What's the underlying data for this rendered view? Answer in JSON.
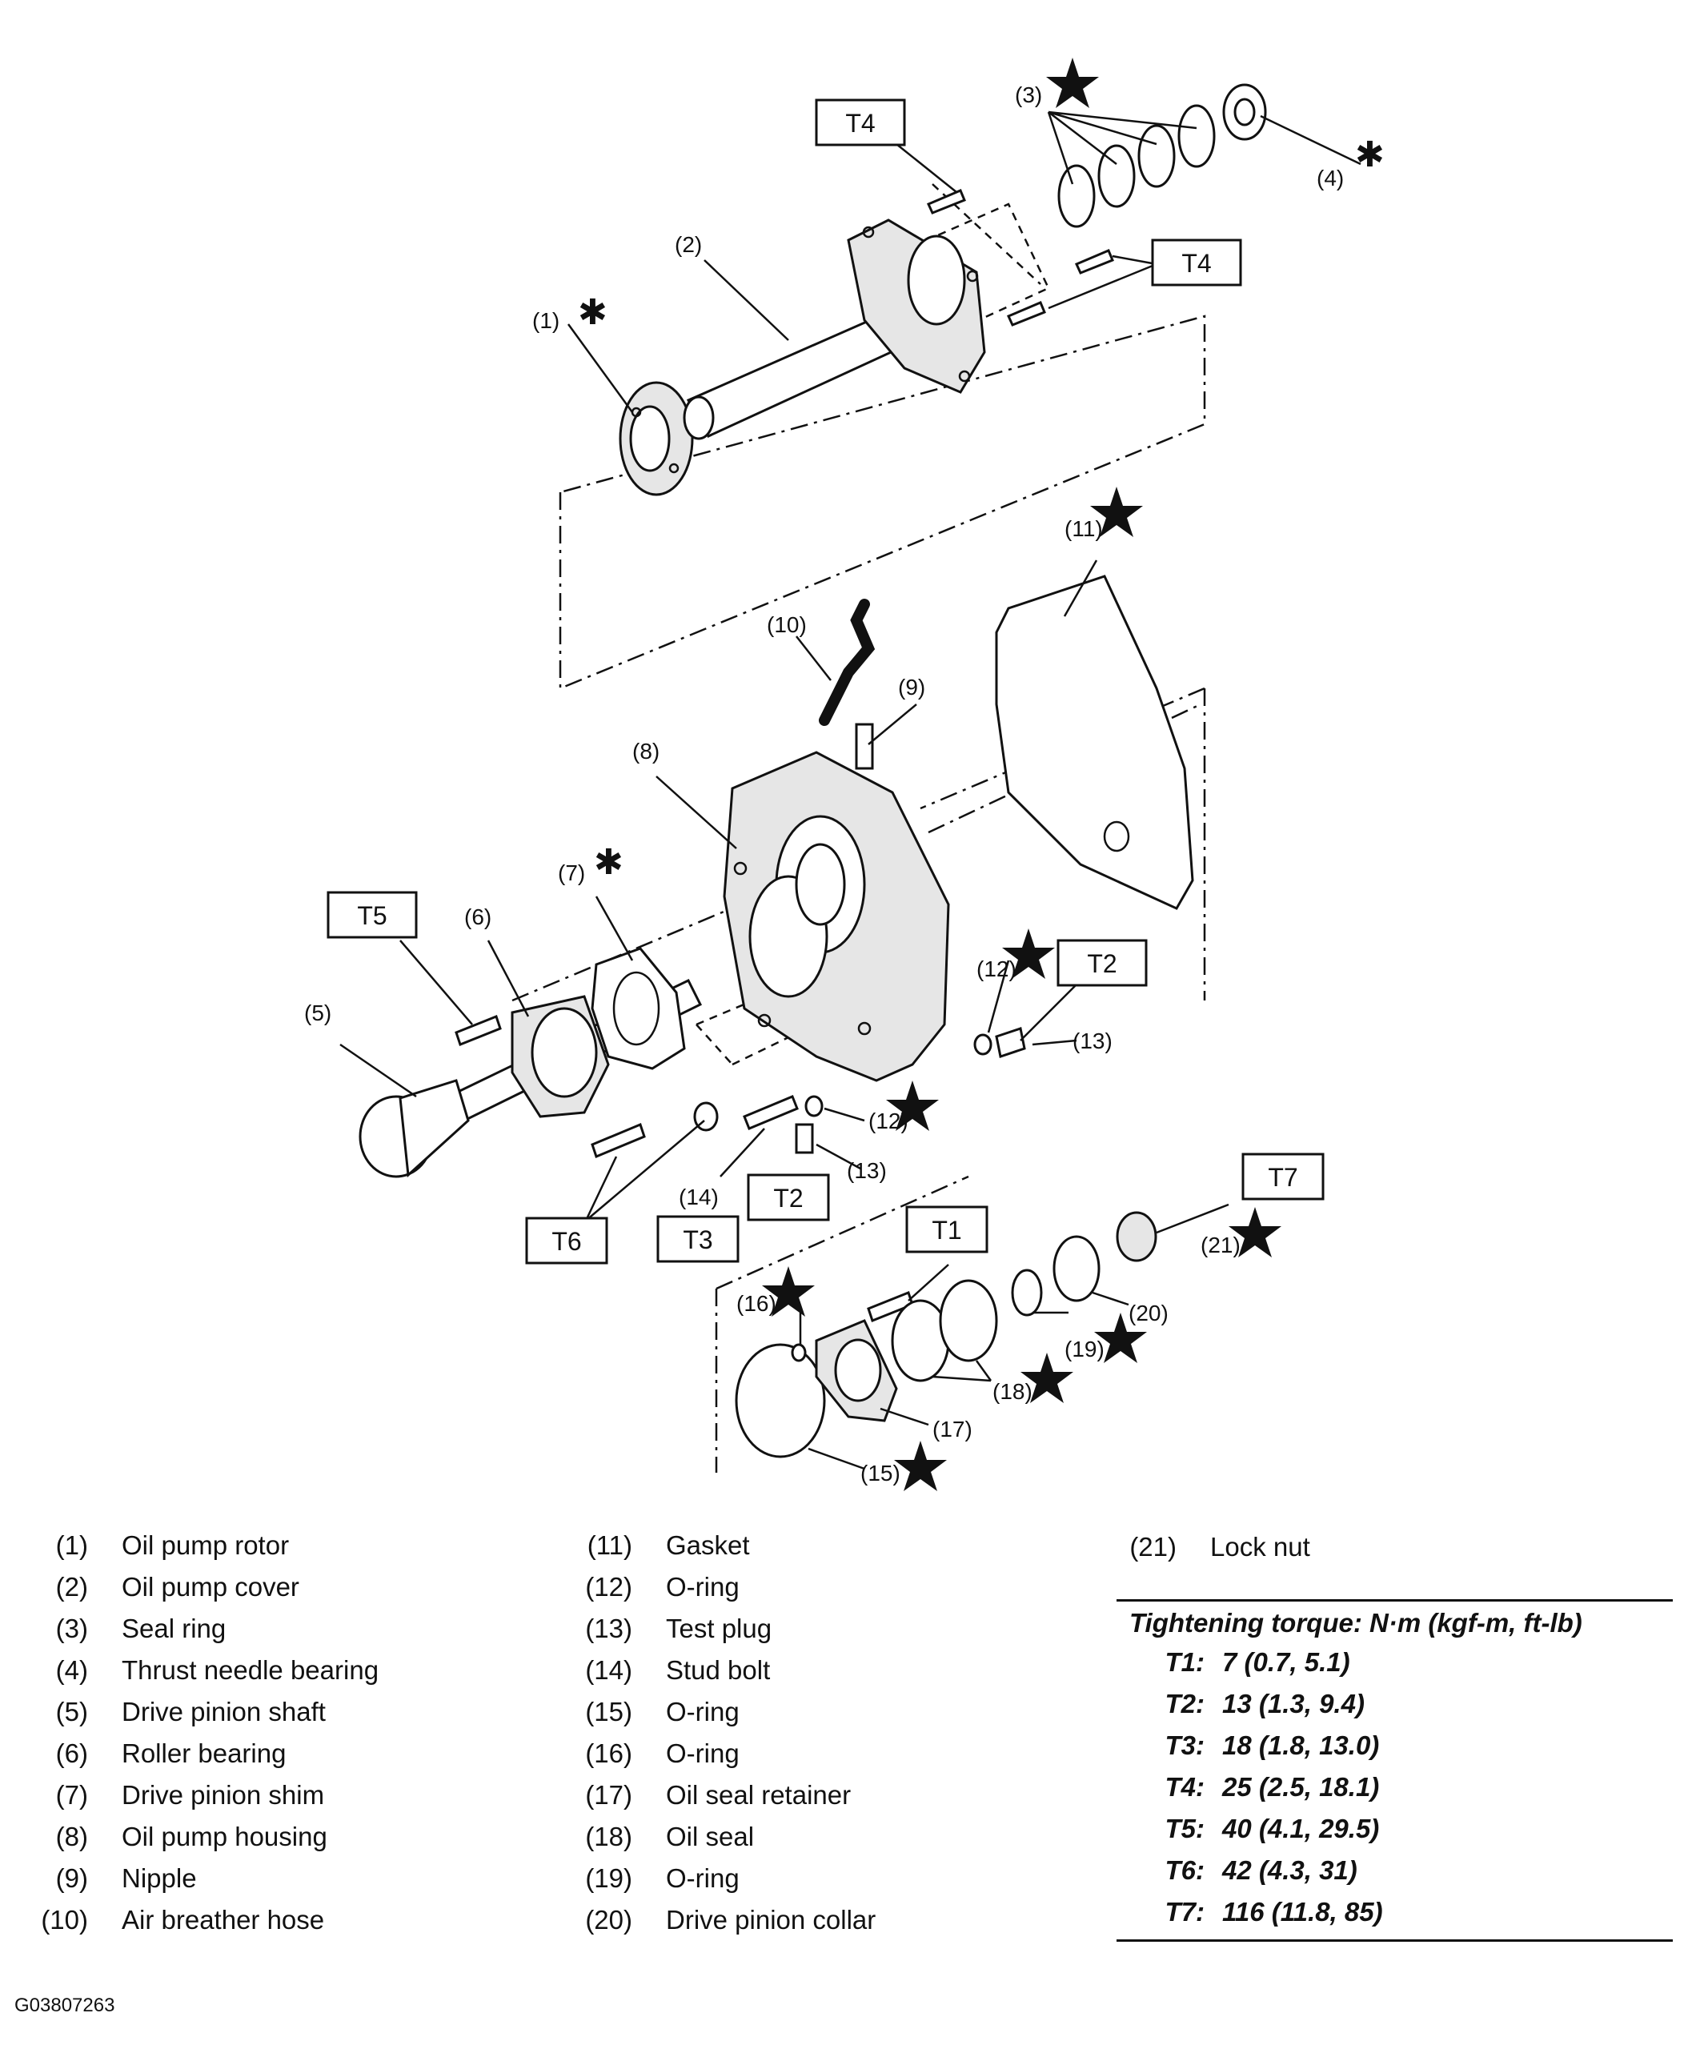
{
  "callouts": {
    "c1": "(1)",
    "c2": "(2)",
    "c3": "(3)",
    "c4": "(4)",
    "c5": "(5)",
    "c6": "(6)",
    "c7": "(7)",
    "c8": "(8)",
    "c9": "(9)",
    "c10": "(10)",
    "c11": "(11)",
    "c12a": "(12)",
    "c12b": "(12)",
    "c13a": "(13)",
    "c13b": "(13)",
    "c14": "(14)",
    "c15": "(15)",
    "c16": "(16)",
    "c17": "(17)",
    "c18": "(18)",
    "c19": "(19)",
    "c20": "(20)",
    "c21": "(21)"
  },
  "torque_tags": {
    "t4a": "T4",
    "t4b": "T4",
    "t5": "T5",
    "t2a": "T2",
    "t2b": "T2",
    "t6": "T6",
    "t3": "T3",
    "t1": "T1",
    "t7": "T7"
  },
  "legend": [
    {
      "num": "(1)",
      "name": "Oil pump rotor"
    },
    {
      "num": "(2)",
      "name": "Oil pump cover"
    },
    {
      "num": "(3)",
      "name": "Seal ring"
    },
    {
      "num": "(4)",
      "name": "Thrust needle bearing"
    },
    {
      "num": "(5)",
      "name": "Drive pinion shaft"
    },
    {
      "num": "(6)",
      "name": "Roller bearing"
    },
    {
      "num": "(7)",
      "name": "Drive pinion shim"
    },
    {
      "num": "(8)",
      "name": "Oil pump housing"
    },
    {
      "num": "(9)",
      "name": "Nipple"
    },
    {
      "num": "(10)",
      "name": "Air breather hose"
    },
    {
      "num": "(11)",
      "name": "Gasket"
    },
    {
      "num": "(12)",
      "name": "O-ring"
    },
    {
      "num": "(13)",
      "name": "Test plug"
    },
    {
      "num": "(14)",
      "name": "Stud bolt"
    },
    {
      "num": "(15)",
      "name": "O-ring"
    },
    {
      "num": "(16)",
      "name": "O-ring"
    },
    {
      "num": "(17)",
      "name": "Oil seal retainer"
    },
    {
      "num": "(18)",
      "name": "Oil seal"
    },
    {
      "num": "(19)",
      "name": "O-ring"
    },
    {
      "num": "(20)",
      "name": "Drive pinion collar"
    },
    {
      "num": "(21)",
      "name": "Lock nut"
    }
  ],
  "torque_table": {
    "title": "Tightening torque: N·m (kgf-m, ft-lb)",
    "rows": [
      {
        "key": "T1:",
        "value": "7 (0.7, 5.1)"
      },
      {
        "key": "T2:",
        "value": "13 (1.3, 9.4)"
      },
      {
        "key": "T3:",
        "value": "18 (1.8, 13.0)"
      },
      {
        "key": "T4:",
        "value": "25 (2.5, 18.1)"
      },
      {
        "key": "T5:",
        "value": "40 (4.1, 29.5)"
      },
      {
        "key": "T6:",
        "value": "42 (4.3, 31)"
      },
      {
        "key": "T7:",
        "value": "116 (11.8, 85)"
      }
    ]
  },
  "figure_id": "G03807263"
}
